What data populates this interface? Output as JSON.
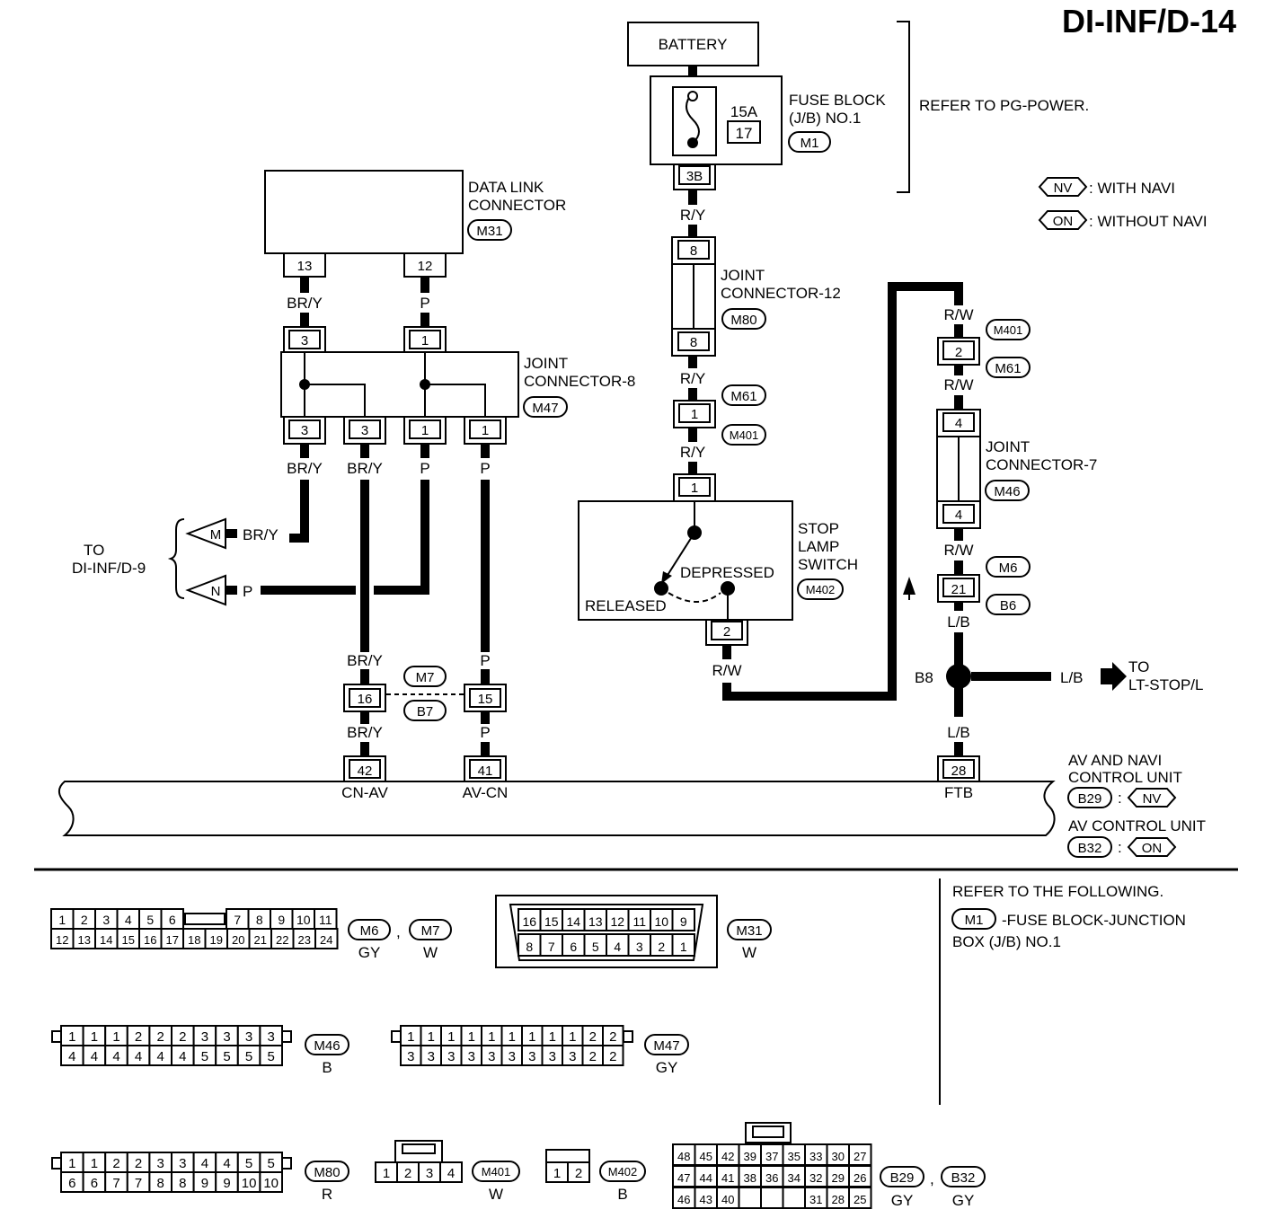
{
  "page_title": "DI-INF/D-14",
  "battery": "BATTERY",
  "fuse_block": {
    "line1": "FUSE BLOCK",
    "line2": "(J/B) NO.1",
    "amp": "15A",
    "fuse_no": "17",
    "connector": "M1",
    "terminal": "3B",
    "refer": "REFER TO PG-POWER."
  },
  "legend": {
    "nv_tag": "NV",
    "nv_text": ": WITH NAVI",
    "on_tag": "ON",
    "on_text": ": WITHOUT NAVI"
  },
  "data_link": {
    "line1": "DATA LINK",
    "line2": "CONNECTOR",
    "connector": "M31",
    "pin_left": "13",
    "pin_right": "12"
  },
  "joint8": {
    "line1": "JOINT",
    "line2": "CONNECTOR-8",
    "connector": "M47",
    "top_pins": [
      "3",
      "1"
    ],
    "bottom_pins": [
      "3",
      "3",
      "1",
      "1"
    ]
  },
  "joint12": {
    "line1": "JOINT",
    "line2": "CONNECTOR-12",
    "connector": "M80",
    "pin_top": "8",
    "pin_bottom": "8"
  },
  "joint7": {
    "line1": "JOINT",
    "line2": "CONNECTOR-7",
    "connector": "M46",
    "pin_top": "4",
    "pin_bottom": "4"
  },
  "stop_lamp": {
    "line1": "STOP",
    "line2": "LAMP",
    "line3": "SWITCH",
    "connector": "M402",
    "depressed": "DEPRESSED",
    "released": "RELEASED",
    "pin_in": "1",
    "pin_out": "2"
  },
  "inline": {
    "m61": "M61",
    "m401": "M401",
    "pin_1": "1",
    "pin_2": "2",
    "m6": "M6",
    "b6": "B6",
    "pin_21": "21",
    "m7": "M7",
    "b7": "B7",
    "pin_16": "16",
    "pin_15": "15"
  },
  "wires": {
    "ry": "R/Y",
    "rw": "R/W",
    "bry": "BR/Y",
    "p": "P",
    "lb": "L/B"
  },
  "to_di9": {
    "to": "TO",
    "dest": "DI-INF/D-9",
    "m_tag": "M",
    "n_tag": "N"
  },
  "splice": "B8",
  "to_stop": {
    "to": "TO",
    "dest": "LT-STOP/L"
  },
  "unit": {
    "pin_42": "42",
    "label_42": "CN-AV",
    "pin_41": "41",
    "label_41": "AV-CN",
    "pin_28": "28",
    "label_28": "FTB",
    "nav_line1": "AV AND NAVI",
    "nav_line2": "CONTROL UNIT",
    "nav_conn": "B29",
    "av_line1": "AV CONTROL UNIT",
    "av_conn": "B32",
    "colon": ":"
  },
  "refer_box": {
    "line1": "REFER TO THE FOLLOWING.",
    "conn": "M1",
    "line2": "-FUSE BLOCK-JUNCTION",
    "line3": "BOX (J/B) NO.1"
  },
  "conn_views": {
    "m6m7": {
      "row1": [
        "1",
        "2",
        "3",
        "4",
        "5",
        "6",
        "7",
        "8",
        "9",
        "10",
        "11"
      ],
      "row2": [
        "12",
        "13",
        "14",
        "15",
        "16",
        "17",
        "18",
        "19",
        "20",
        "21",
        "22",
        "23",
        "24"
      ],
      "tag1": "M6",
      "tag2": "M7",
      "color1": "GY",
      "color2": "W",
      "comma": ","
    },
    "m31": {
      "row1": [
        "16",
        "15",
        "14",
        "13",
        "12",
        "11",
        "10",
        "9"
      ],
      "row2": [
        "8",
        "7",
        "6",
        "5",
        "4",
        "3",
        "2",
        "1"
      ],
      "tag": "M31",
      "color": "W"
    },
    "m46": {
      "row1": [
        "1",
        "1",
        "1",
        "2",
        "2",
        "2",
        "3",
        "3",
        "3",
        "3"
      ],
      "row2": [
        "4",
        "4",
        "4",
        "4",
        "4",
        "4",
        "5",
        "5",
        "5",
        "5"
      ],
      "tag": "M46",
      "color": "B"
    },
    "m47": {
      "row1": [
        "1",
        "1",
        "1",
        "1",
        "1",
        "1",
        "1",
        "1",
        "1",
        "2",
        "2"
      ],
      "row2": [
        "3",
        "3",
        "3",
        "3",
        "3",
        "3",
        "3",
        "3",
        "3",
        "2",
        "2"
      ],
      "tag": "M47",
      "color": "GY"
    },
    "m80": {
      "row1": [
        "1",
        "1",
        "2",
        "2",
        "3",
        "3",
        "4",
        "4",
        "5",
        "5"
      ],
      "row2": [
        "6",
        "6",
        "7",
        "7",
        "8",
        "8",
        "9",
        "9",
        "10",
        "10"
      ],
      "tag": "M80",
      "color": "R"
    },
    "m401": {
      "pins": [
        "1",
        "2",
        "3",
        "4"
      ],
      "tag": "M401",
      "color": "W"
    },
    "m402": {
      "pins": [
        "1",
        "2"
      ],
      "tag": "M402",
      "color": "B"
    },
    "b29b32": {
      "row1": [
        "48",
        "45",
        "42",
        "39",
        "37",
        "35",
        "33",
        "30",
        "27"
      ],
      "row2": [
        "47",
        "44",
        "41",
        "38",
        "36",
        "34",
        "32",
        "29",
        "26"
      ],
      "row3": [
        "46",
        "43",
        "40",
        "",
        "",
        "",
        "31",
        "28",
        "25"
      ],
      "tag1": "B29",
      "tag2": "B32",
      "color1": "GY",
      "color2": "GY",
      "comma": ","
    }
  }
}
